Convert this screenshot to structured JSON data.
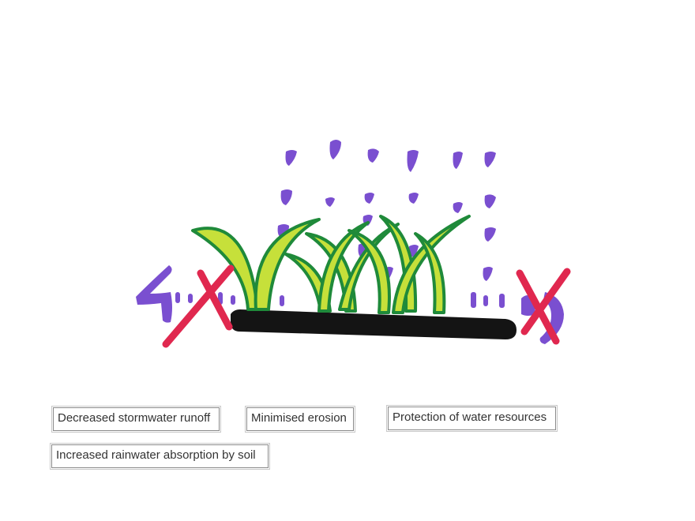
{
  "labels": {
    "runoff": "Decreased stormwater runoff",
    "erosion": "Minimised erosion",
    "water": "Protection of water resources",
    "absorption": "Increased rainwater absorption by soil"
  },
  "colors": {
    "rain": "#7a4fd0",
    "grass_outline": "#1f8a3a",
    "grass_fill": "#c6e03a",
    "soil": "#141414",
    "cross": "#e0284f"
  }
}
